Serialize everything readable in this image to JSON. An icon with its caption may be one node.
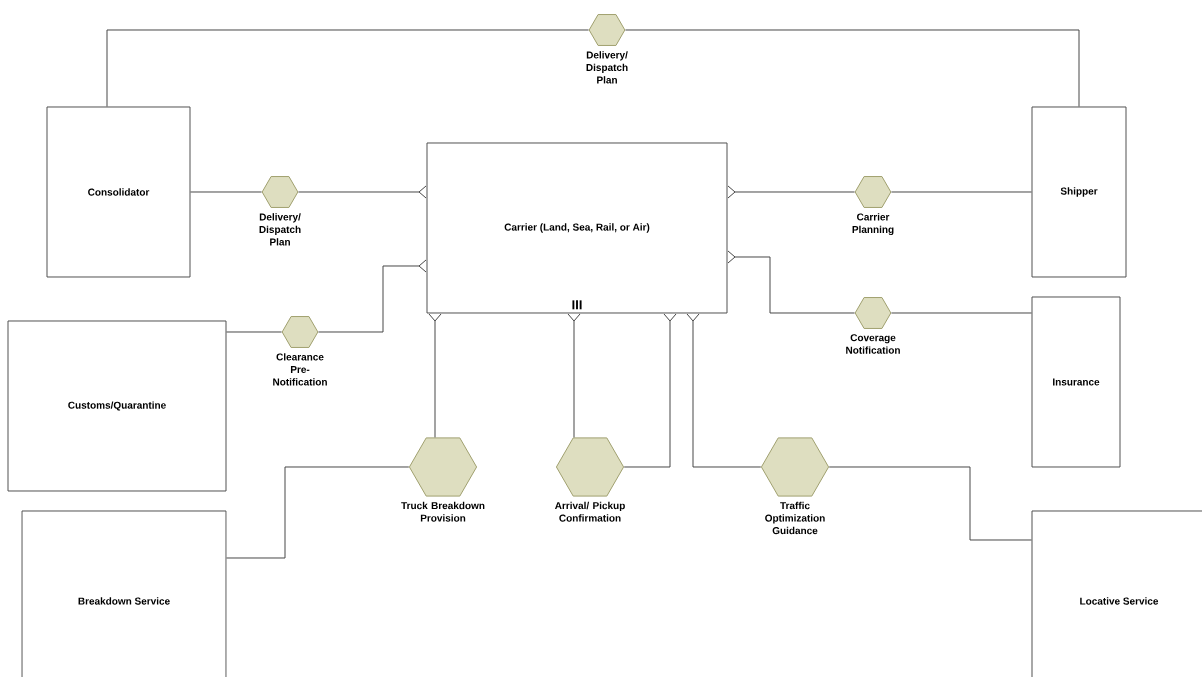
{
  "diagram": {
    "nodes": [
      {
        "text": [],
        "shape": "hexagon",
        "beside": [
          "Delivery/ Dispatch Plan"
        ]
      },
      {
        "text": [
          "Consolidator"
        ]
      },
      {
        "text": [
          "Carrier (Land, Sea, Rail, or Air)",
          "III"
        ]
      },
      {
        "text": [
          "Shipper"
        ]
      },
      {
        "text": [],
        "shape": "hexagon",
        "beside": [
          "Delivery/ Dispatch Plan"
        ]
      },
      {
        "text": [],
        "shape": "hexagon",
        "beside": [
          "Carrier Planning"
        ]
      },
      {
        "text": [],
        "shape": "hexagon",
        "beside": [
          "Coverage Notification"
        ]
      },
      {
        "text": [
          "Customs/Quarantine"
        ]
      },
      {
        "text": [],
        "shape": "hexagon",
        "beside": [
          "Clearance Pre-Notification"
        ]
      },
      {
        "text": [
          "Insurance"
        ]
      },
      {
        "text": [],
        "shape": "hexagon",
        "beside": [
          "Truck Breakdown Provision"
        ]
      },
      {
        "text": [],
        "shape": "hexagon",
        "beside": [
          "Arrival/ Pickup Confirmation"
        ]
      },
      {
        "text": [],
        "shape": "hexagon",
        "beside": [
          "Traffic Optimization Guidance"
        ]
      },
      {
        "text": [
          "Breakdown Service"
        ]
      },
      {
        "text": [
          "Locative Service"
        ]
      }
    ],
    "edges": [
      {
        "from": 1,
        "to": 0,
        "arrow": "none"
      },
      {
        "from": 0,
        "to": 3,
        "arrow": "none"
      },
      {
        "from": 1,
        "to": 4,
        "arrow": "none"
      },
      {
        "from": 4,
        "to": 2,
        "arrow": "other"
      },
      {
        "from": 3,
        "to": 5,
        "arrow": "none"
      },
      {
        "from": 5,
        "to": 2,
        "arrow": "other"
      },
      {
        "from": 9,
        "to": 6,
        "arrow": "none"
      },
      {
        "from": 6,
        "to": 2,
        "arrow": "other"
      },
      {
        "from": 7,
        "to": 8,
        "arrow": "none"
      },
      {
        "from": 8,
        "to": 2,
        "arrow": "other"
      },
      {
        "from": 13,
        "to": 10,
        "arrow": "none"
      },
      {
        "from": 10,
        "to": 2,
        "arrow": "other"
      },
      {
        "from": 11,
        "to": 2,
        "arrow": "other"
      },
      {
        "from": 11,
        "to": 2,
        "arrow": "other"
      },
      {
        "from": 12,
        "to": 2,
        "arrow": "other"
      },
      {
        "from": 12,
        "to": 14,
        "arrow": "none"
      }
    ]
  }
}
